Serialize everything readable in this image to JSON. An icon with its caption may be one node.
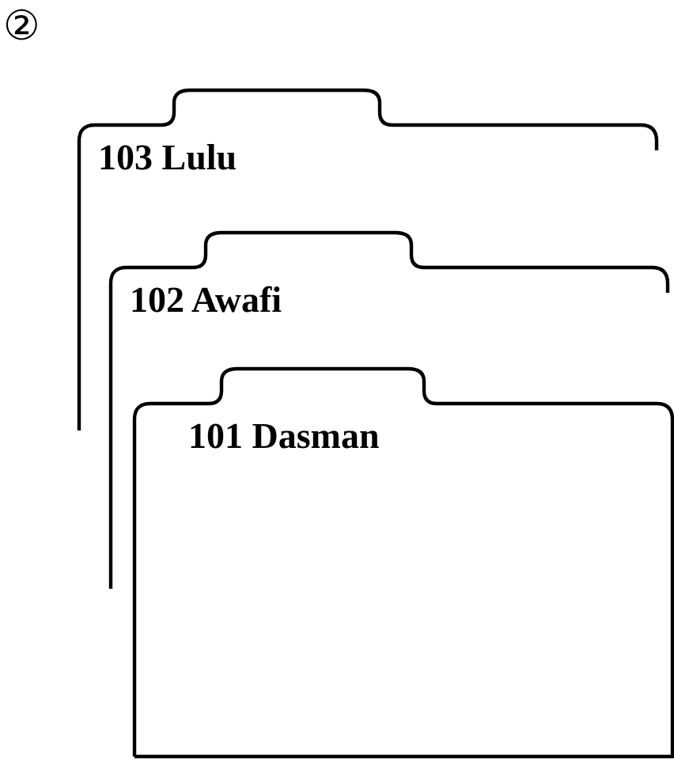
{
  "diagram": {
    "nodes": [
      {
        "text": [
          "103 Lulu"
        ]
      },
      {
        "text": [
          "102 Awafi"
        ]
      },
      {
        "text": [
          "101 Dasman"
        ]
      }
    ],
    "labels": [
      "②"
    ]
  }
}
